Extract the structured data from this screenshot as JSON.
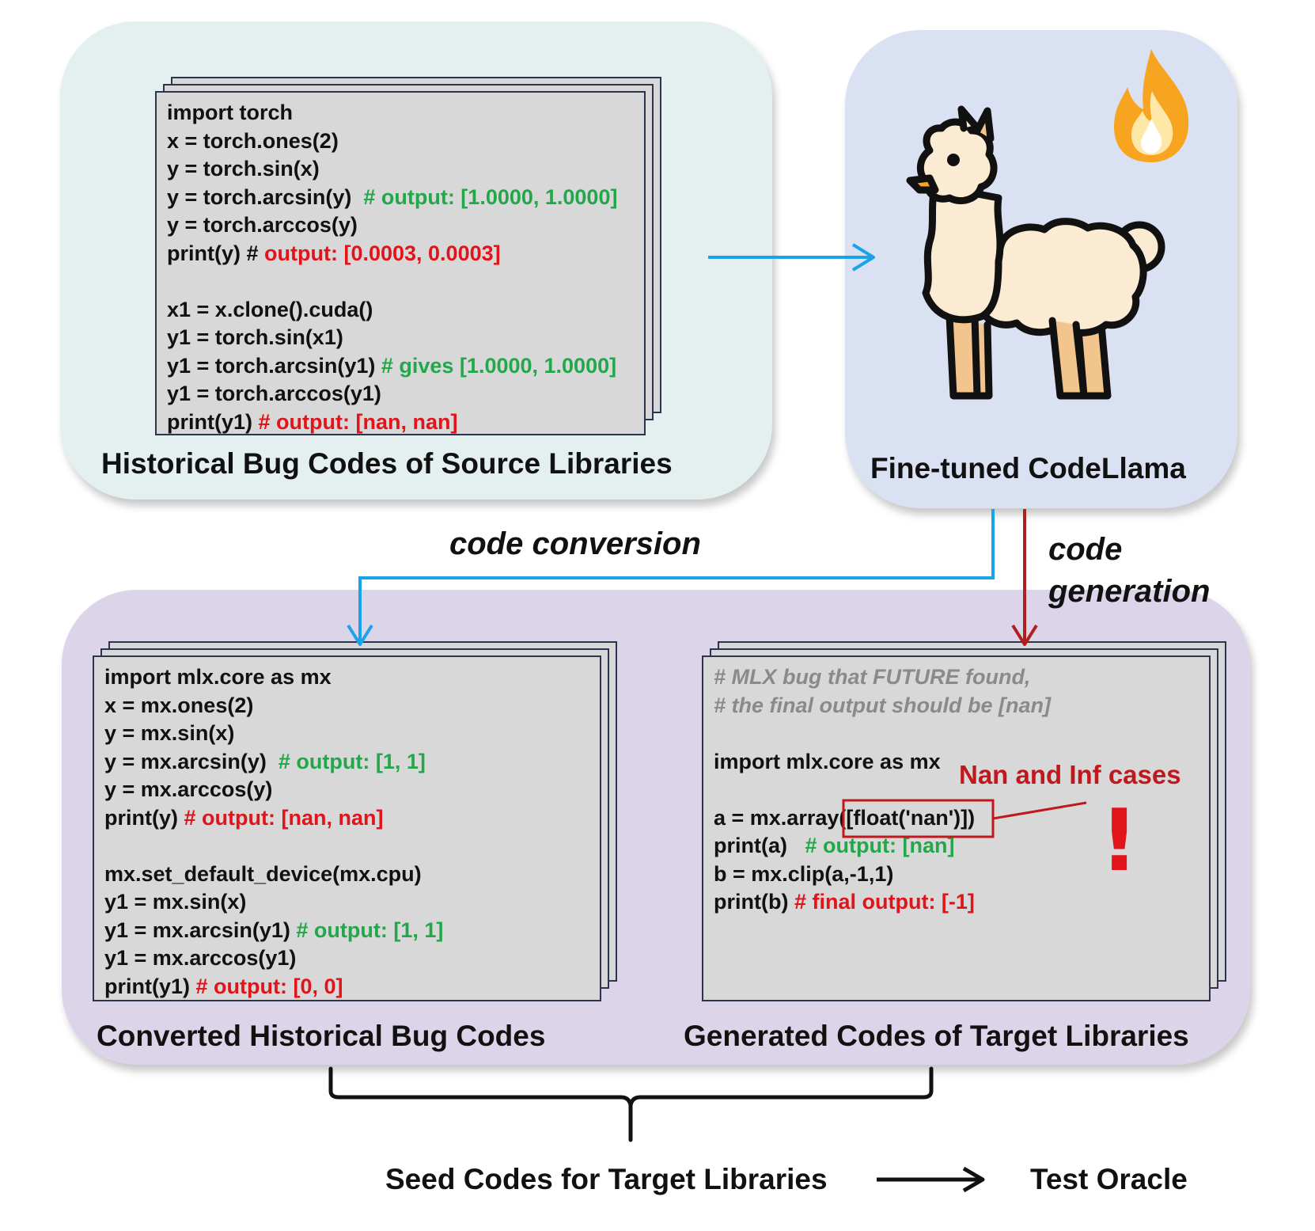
{
  "panels": {
    "source": {
      "title": "Historical Bug Codes of Source Libraries",
      "code_lines": [
        [
          {
            "t": "import torch",
            "c": "default"
          }
        ],
        [
          {
            "t": "x = torch.ones(2)",
            "c": "default"
          }
        ],
        [
          {
            "t": "y = torch.sin(x)",
            "c": "default"
          }
        ],
        [
          {
            "t": "y = torch.arcsin(y)  ",
            "c": "default"
          },
          {
            "t": "# output: [1.0000, 1.0000]",
            "c": "green"
          }
        ],
        [
          {
            "t": "y = torch.arccos(y)",
            "c": "default"
          }
        ],
        [
          {
            "t": "print(y) # ",
            "c": "default"
          },
          {
            "t": "output: [0.0003, 0.0003]",
            "c": "red"
          }
        ],
        [
          {
            "t": "",
            "c": "default"
          }
        ],
        [
          {
            "t": "x1 = x.clone().cuda()",
            "c": "default"
          }
        ],
        [
          {
            "t": "y1 = torch.sin(x1)",
            "c": "default"
          }
        ],
        [
          {
            "t": "y1 = torch.arcsin(y1) ",
            "c": "default"
          },
          {
            "t": "# gives [1.0000, 1.0000]",
            "c": "green"
          }
        ],
        [
          {
            "t": "y1 = torch.arccos(y1)",
            "c": "default"
          }
        ],
        [
          {
            "t": "print(y1) ",
            "c": "default"
          },
          {
            "t": "# output: [nan, nan]",
            "c": "red"
          }
        ]
      ]
    },
    "model": {
      "title": "Fine-tuned CodeLlama",
      "llama_icon": "llama-icon",
      "flame_icon": "flame-icon"
    },
    "converted": {
      "title": "Converted Historical Bug Codes",
      "code_lines": [
        [
          {
            "t": "import mlx.core as mx",
            "c": "default"
          }
        ],
        [
          {
            "t": "x = mx.ones(2)",
            "c": "default"
          }
        ],
        [
          {
            "t": "y = mx.sin(x)",
            "c": "default"
          }
        ],
        [
          {
            "t": "y = mx.arcsin(y)  ",
            "c": "default"
          },
          {
            "t": "# output: [1, 1]",
            "c": "green"
          }
        ],
        [
          {
            "t": "y = mx.arccos(y)",
            "c": "default"
          }
        ],
        [
          {
            "t": "print(y) ",
            "c": "default"
          },
          {
            "t": "# output: [nan, nan]",
            "c": "red"
          }
        ],
        [
          {
            "t": "",
            "c": "default"
          }
        ],
        [
          {
            "t": "mx.set_default_device(mx.cpu)",
            "c": "default"
          }
        ],
        [
          {
            "t": "y1 = mx.sin(x)",
            "c": "default"
          }
        ],
        [
          {
            "t": "y1 = mx.arcsin(y1) ",
            "c": "default"
          },
          {
            "t": "# output: [1, 1]",
            "c": "green"
          }
        ],
        [
          {
            "t": "y1 = mx.arccos(y1)",
            "c": "default"
          }
        ],
        [
          {
            "t": "print(y1) ",
            "c": "default"
          },
          {
            "t": "# output: [0, 0]",
            "c": "red"
          }
        ]
      ]
    },
    "generated": {
      "title": "Generated Codes of Target Libraries",
      "code_lines": [
        [
          {
            "t": "# MLX bug that FUTURE found,",
            "c": "gray"
          }
        ],
        [
          {
            "t": "# the final output should be [nan]",
            "c": "gray"
          }
        ],
        [
          {
            "t": "",
            "c": "default"
          }
        ],
        [
          {
            "t": "import mlx.core as mx",
            "c": "default"
          }
        ],
        [
          {
            "t": "",
            "c": "default"
          }
        ],
        [
          {
            "t": "a = mx.array([float('nan')])",
            "c": "default"
          }
        ],
        [
          {
            "t": "print(a)   ",
            "c": "default"
          },
          {
            "t": "# output: [nan]",
            "c": "green"
          }
        ],
        [
          {
            "t": "b = mx.clip(a,-1,1)",
            "c": "default"
          }
        ],
        [
          {
            "t": "print(b) ",
            "c": "default"
          },
          {
            "t": "# final output: [-1]",
            "c": "red"
          }
        ]
      ],
      "annotation": "Nan and Inf cases",
      "exclamation": "!"
    }
  },
  "edges": {
    "code_conversion": "code conversion",
    "code_generation_1": "code",
    "code_generation_2": "generation"
  },
  "bottom": {
    "seed": "Seed Codes for Target Libraries",
    "oracle": "Test Oracle"
  },
  "colors": {
    "blue_arrow": "#1aa3e8",
    "red_arrow": "#b21e1e",
    "code_green": "#22a84a",
    "code_red": "#e0141a",
    "annotation_red": "#c0181c"
  }
}
